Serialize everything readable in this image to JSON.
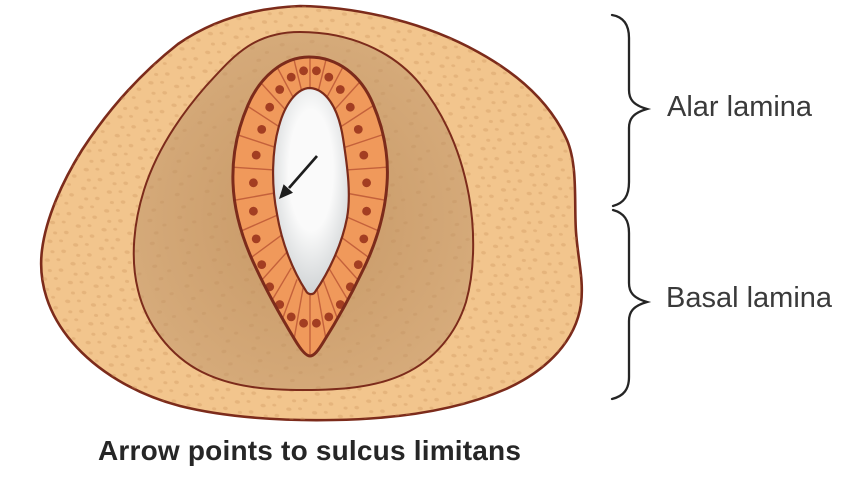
{
  "figure": {
    "type": "anatomical-diagram",
    "subject": "Cross section of developing neural tube",
    "caption": "Arrow points to sulcus limitans",
    "labels": {
      "alar": "Alar lamina",
      "basal": "Basal lamina"
    }
  },
  "colors": {
    "outline": "#7c2b1b",
    "body_fill": "#f2c58d",
    "body_speckle": "#c98f55",
    "mantle_center": "#c79866",
    "mantle_edge": "#dab080",
    "mantle_speckle": "#a9713d",
    "tube_fill": "#f0995b",
    "cell_wall": "#c4613b",
    "nucleus": "#a33e22",
    "lumen_center": "#fafafa",
    "lumen_edge": "#c9cdcf",
    "arrow": "#1d1d1d",
    "brace": "#252525",
    "label_text": "#3a3a3a",
    "caption_text": "#262626"
  },
  "diagram": {
    "cell_divider_count": 28,
    "nucleus_count": 28
  }
}
